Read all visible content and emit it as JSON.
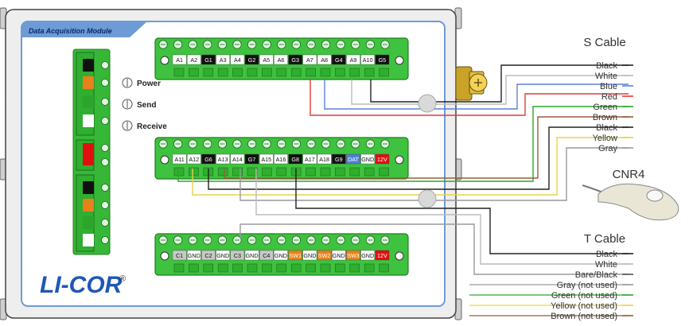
{
  "module": {
    "title": "Data Acquisition Module",
    "logo": "LI-COR",
    "logo_mark": "®"
  },
  "side_labels": {
    "power": "Power",
    "send": "Send",
    "receive": "Receive"
  },
  "terminal_rows": [
    [
      {
        "label": "A1",
        "style": "white"
      },
      {
        "label": "A2",
        "style": "white"
      },
      {
        "label": "G1",
        "style": "black"
      },
      {
        "label": "A3",
        "style": "white"
      },
      {
        "label": "A4",
        "style": "white"
      },
      {
        "label": "G2",
        "style": "black"
      },
      {
        "label": "A5",
        "style": "white"
      },
      {
        "label": "A6",
        "style": "white"
      },
      {
        "label": "G3",
        "style": "black"
      },
      {
        "label": "A7",
        "style": "white"
      },
      {
        "label": "A8",
        "style": "white"
      },
      {
        "label": "G4",
        "style": "black"
      },
      {
        "label": "A9",
        "style": "white"
      },
      {
        "label": "A10",
        "style": "white"
      },
      {
        "label": "G5",
        "style": "black"
      }
    ],
    [
      {
        "label": "A11",
        "style": "white"
      },
      {
        "label": "A12",
        "style": "white"
      },
      {
        "label": "G6",
        "style": "black"
      },
      {
        "label": "A13",
        "style": "white"
      },
      {
        "label": "A14",
        "style": "white"
      },
      {
        "label": "G7",
        "style": "black"
      },
      {
        "label": "A15",
        "style": "white"
      },
      {
        "label": "A16",
        "style": "white"
      },
      {
        "label": "G8",
        "style": "black"
      },
      {
        "label": "A17",
        "style": "white"
      },
      {
        "label": "A18",
        "style": "white"
      },
      {
        "label": "G9",
        "style": "black"
      },
      {
        "label": "DAT",
        "style": "blue"
      },
      {
        "label": "GND",
        "style": "white"
      },
      {
        "label": "12V",
        "style": "red"
      }
    ],
    [
      {
        "label": "C1",
        "style": "gray"
      },
      {
        "label": "GND",
        "style": "white"
      },
      {
        "label": "C2",
        "style": "gray"
      },
      {
        "label": "GND",
        "style": "white"
      },
      {
        "label": "C3",
        "style": "gray"
      },
      {
        "label": "GND",
        "style": "white"
      },
      {
        "label": "C4",
        "style": "gray"
      },
      {
        "label": "GND",
        "style": "white"
      },
      {
        "label": "SW1",
        "style": "orange"
      },
      {
        "label": "GND",
        "style": "white"
      },
      {
        "label": "SW2",
        "style": "orange"
      },
      {
        "label": "GND",
        "style": "white"
      },
      {
        "label": "SW3",
        "style": "orange"
      },
      {
        "label": "GND",
        "style": "white"
      },
      {
        "label": "12V",
        "style": "red"
      }
    ]
  ],
  "label_styles": {
    "white": {
      "bg": "#ffffff",
      "fg": "#111111"
    },
    "black": {
      "bg": "#111111",
      "fg": "#ffffff"
    },
    "gray": {
      "bg": "#c8c8c8",
      "fg": "#111111"
    },
    "blue": {
      "bg": "#4f7fd6",
      "fg": "#ffffff"
    },
    "red": {
      "bg": "#e01010",
      "fg": "#ffffff"
    },
    "orange": {
      "bg": "#e8801c",
      "fg": "#ffffff"
    }
  },
  "cables": [
    {
      "title": "S Cable",
      "wires": [
        {
          "label": "Black",
          "color": "#222222"
        },
        {
          "label": "White",
          "color": "#bbbbbb"
        },
        {
          "label": "Blue",
          "color": "#5b82d9"
        },
        {
          "label": "Red",
          "color": "#e03b3b"
        },
        {
          "label": "Green",
          "color": "#2ca52c"
        },
        {
          "label": "Brown",
          "color": "#9a5a3a"
        },
        {
          "label": "Black",
          "color": "#222222"
        },
        {
          "label": "Yellow",
          "color": "#e8d24a"
        },
        {
          "label": "Gray",
          "color": "#999999"
        }
      ]
    },
    {
      "title": "CNR4",
      "wires": []
    },
    {
      "title": "T Cable",
      "wires": [
        {
          "label": "Black",
          "color": "#222222"
        },
        {
          "label": "White",
          "color": "#bbbbbb"
        },
        {
          "label": "Bare/Black",
          "color": "#555555"
        },
        {
          "label": "Gray (not used)",
          "color": "#999999"
        },
        {
          "label": "Green (not used)",
          "color": "#2ca52c"
        },
        {
          "label": "Yellow (not used)",
          "color": "#e8d24a"
        },
        {
          "label": "Brown (not used)",
          "color": "#9a5a3a"
        }
      ]
    }
  ],
  "colors": {
    "housing": "#f2f2f2",
    "panel_border": "#6e9bd6",
    "terminal_green": "#3fc23f",
    "terminal_dark": "#1f7f1f",
    "logo_blue": "#1f57b5"
  }
}
